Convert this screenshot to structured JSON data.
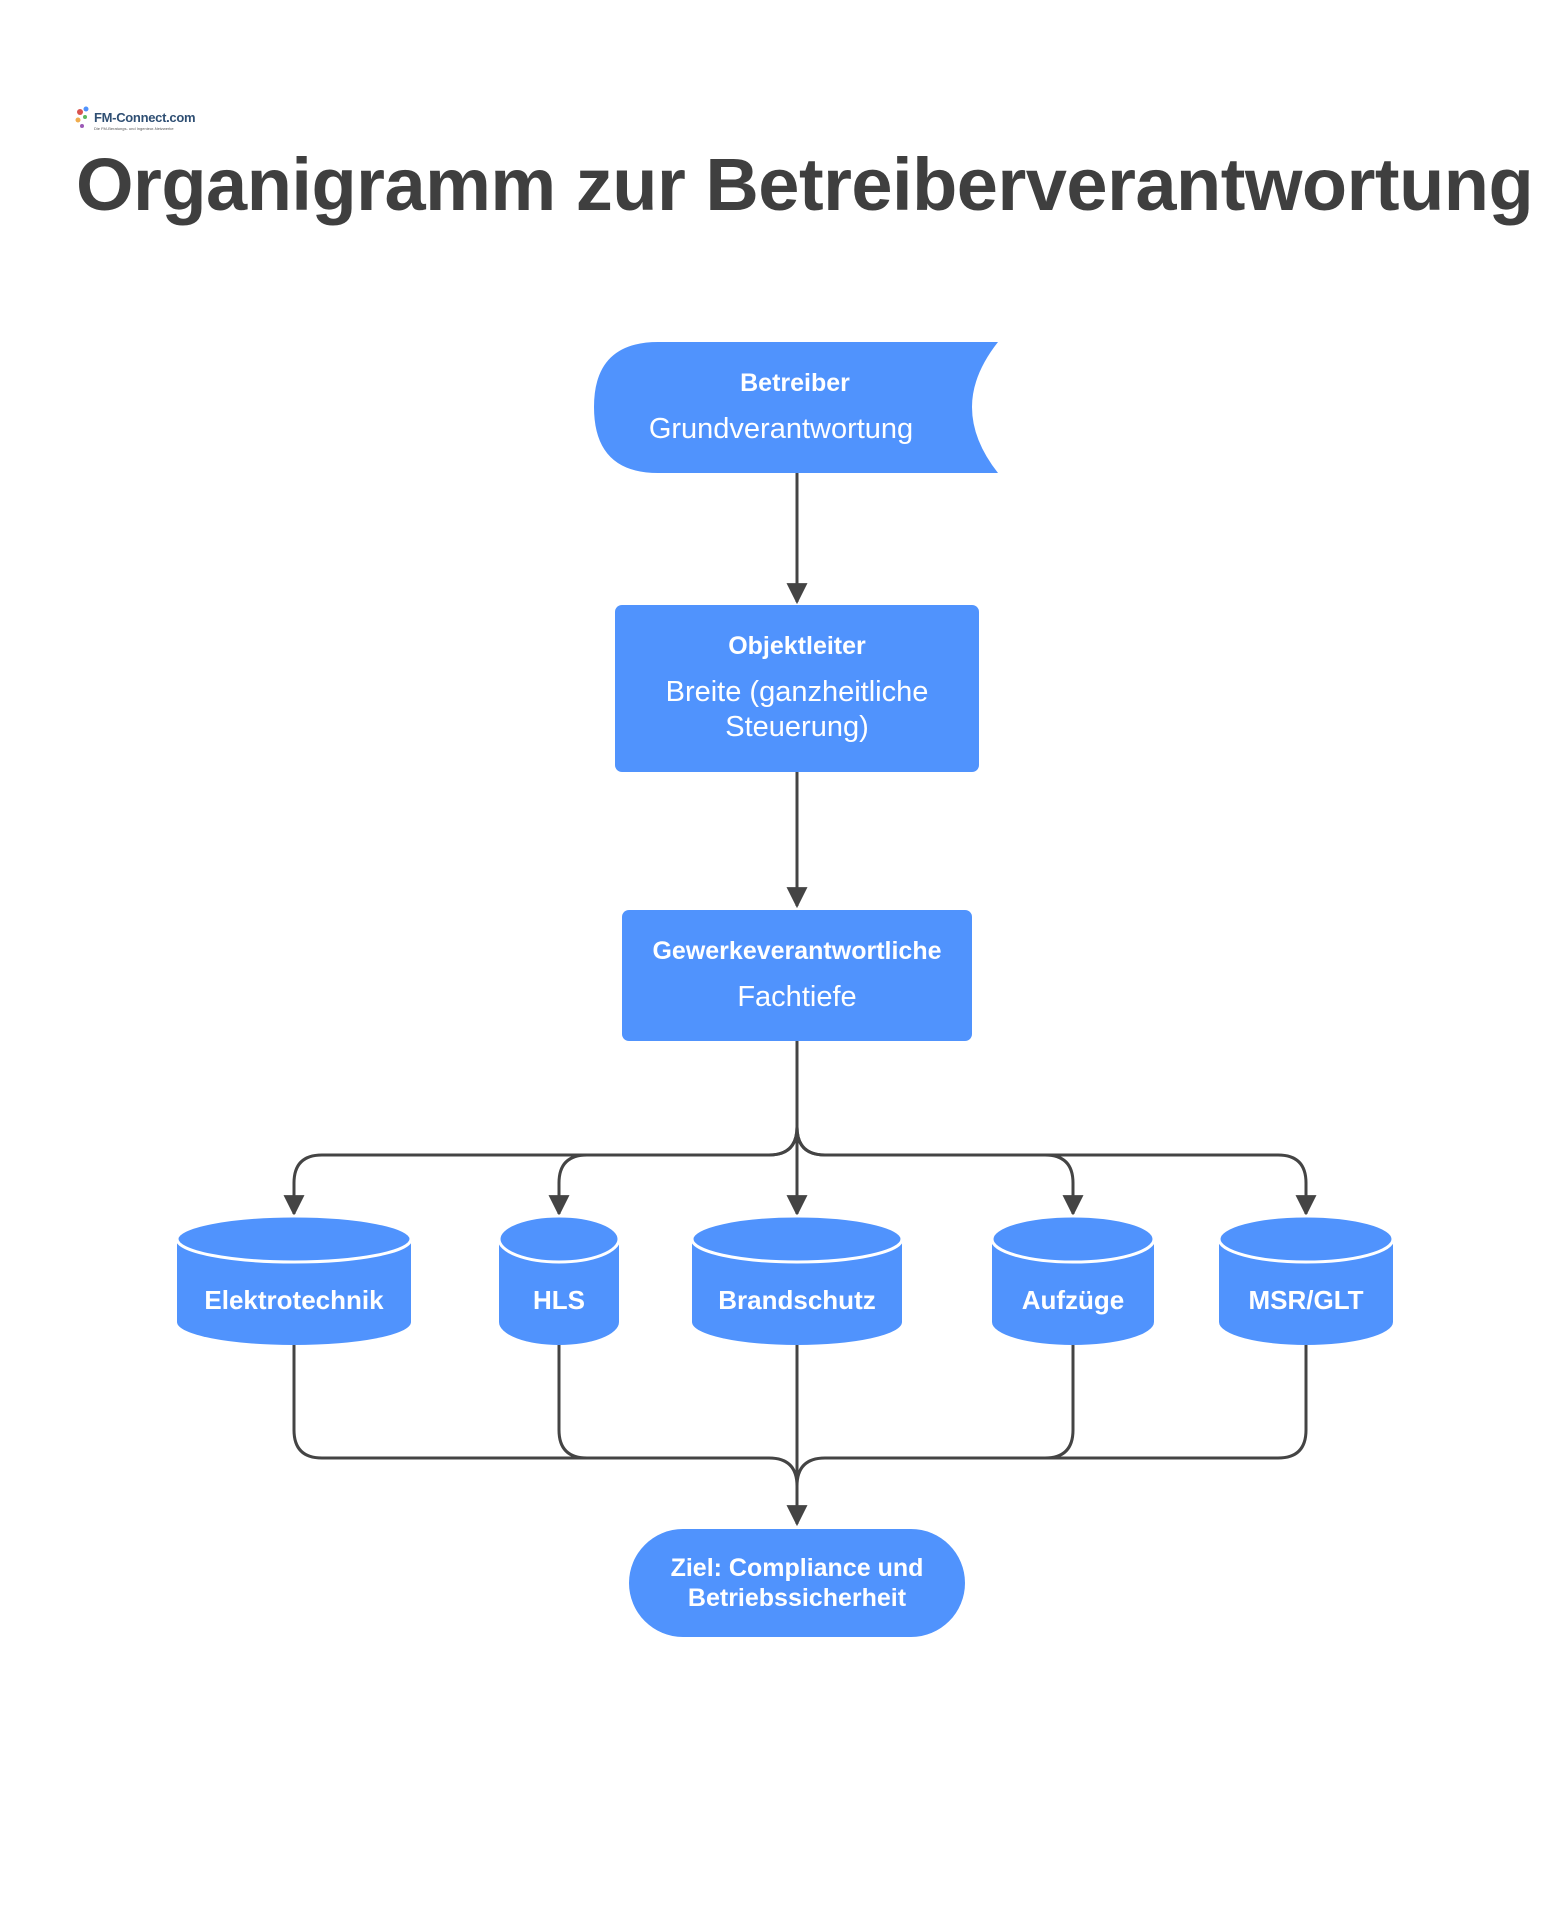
{
  "brand": {
    "logo_text": "FM-Connect.com",
    "logo_subtitle": "Die FM-Beratungs- und Ingenieur-Netzwerke"
  },
  "title": "Organigramm zur Betreiberverantwortung",
  "colors": {
    "node": "#5093fd",
    "edge": "#444444",
    "title": "#3f3f3f"
  },
  "nodes": {
    "betreiber": {
      "heading": "Betreiber",
      "text": "Grundverantwortung"
    },
    "objektleiter": {
      "heading": "Objektleiter",
      "text": "Breite (ganzheitliche Steuerung)"
    },
    "gewerke": {
      "heading": "Gewerkeverantwortliche",
      "text": "Fachtiefe"
    },
    "trades": [
      {
        "label": "Elektrotechnik"
      },
      {
        "label": "HLS"
      },
      {
        "label": "Brandschutz"
      },
      {
        "label": "Aufzüge"
      },
      {
        "label": "MSR/GLT"
      }
    ],
    "goal": {
      "text": "Ziel: Compliance und Betriebssicherheit"
    }
  }
}
